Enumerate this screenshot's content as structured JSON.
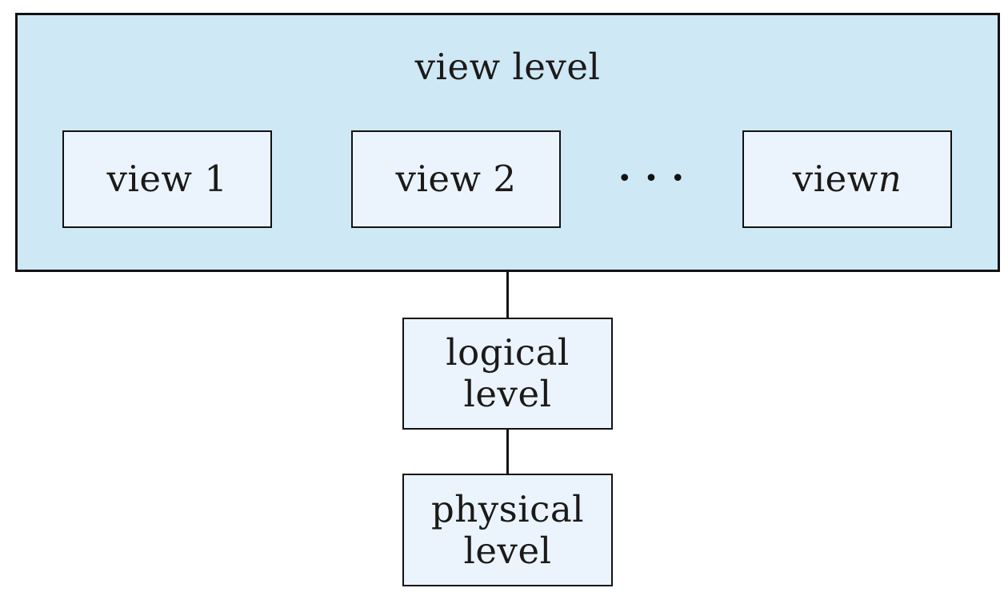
{
  "diagram": {
    "title": "view level",
    "view_boxes": [
      {
        "label": "view 1"
      },
      {
        "label": "view 2"
      },
      {
        "label_prefix": "view ",
        "label_variable": "n"
      }
    ],
    "ellipsis": "• • •",
    "levels": [
      {
        "line1": "logical",
        "line2": "level"
      },
      {
        "line1": "physical",
        "line2": "level"
      }
    ],
    "colors": {
      "outer_box_fill": "#cfe8f6",
      "inner_box_fill": "#ebf4fc",
      "border": "#121212",
      "text": "#1c1a19"
    }
  }
}
